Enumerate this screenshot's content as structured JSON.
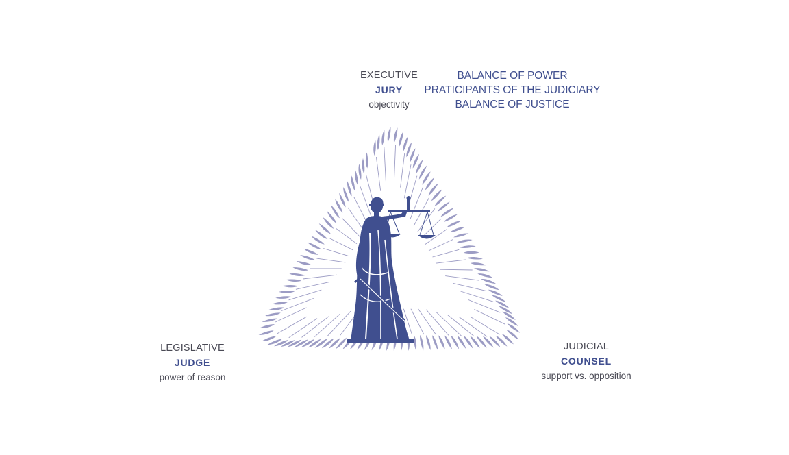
{
  "colors": {
    "accent": "#404f8f",
    "rays": "#9c9cc4",
    "text": "#4a4a55"
  },
  "titles": [
    "BALANCE OF POWER",
    "PRATICIPANTS OF THE JUDICIARY",
    "BALANCE OF JUSTICE"
  ],
  "nodes": {
    "executive": {
      "role": "EXECUTIVE",
      "name": "JURY",
      "desc": "objectivity"
    },
    "legislative": {
      "role": "LEGISLATIVE",
      "name": "JUDGE",
      "desc": "power of reason"
    },
    "judicial": {
      "role": "JUDICIAL",
      "name": "COUNSEL",
      "desc": "support vs. opposition"
    }
  },
  "figure": {
    "icon": "lady-justice-icon"
  }
}
